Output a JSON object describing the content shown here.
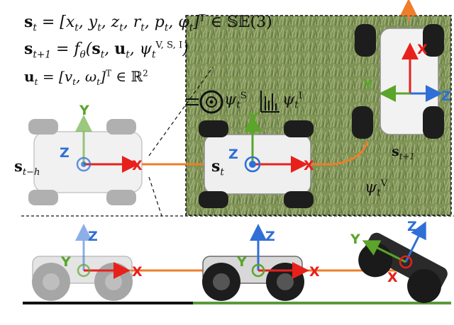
{
  "equations": {
    "state": "s_t = [x_t, y_t, z_t, r_t, p_t, φ_t]^T ∈ SE(3)",
    "transition": "s_{t+1} = f_θ(s_t, u_t, ψ_t^{V, S, I})",
    "control": "u_t = [v_t, ω_t]^T ∈ ℝ^2"
  },
  "labels": {
    "s_t_minus_h": "s_{t−h}",
    "s_t": "s_t",
    "s_t_plus_1": "s_{t+1}",
    "psi_S": "ψ_t^S",
    "psi_I": "ψ_t^I",
    "psi_V": "ψ_t^V"
  },
  "axes": {
    "x": "X",
    "y": "Y",
    "z": "Z"
  },
  "colors": {
    "x_axis": "#e8201c",
    "y_axis": "#5aa52a",
    "z_axis": "#2f6fd6",
    "trajectory": "#ef7d2a",
    "grass": "#7f9455",
    "ground_left": "#111111",
    "ground_right": "#5a9a3c"
  },
  "icons": [
    "tire-icon",
    "imu-chart-icon"
  ]
}
